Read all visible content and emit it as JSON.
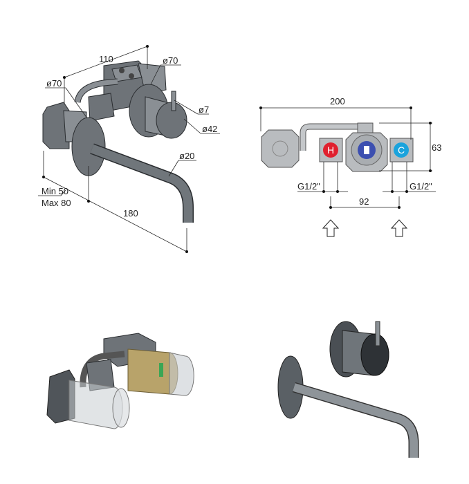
{
  "iso_view": {
    "dim_width": "110",
    "dim_mixer_dia": "ø70",
    "dim_spout_rosette_dia": "ø70",
    "dim_lever_dia": "ø7",
    "dim_handle_dia": "ø42",
    "dim_spout_dia": "ø20",
    "dim_depth_min": "Min 50",
    "dim_depth_max": "Max 80",
    "dim_spout_length": "180"
  },
  "top_view": {
    "dim_total_width": "200",
    "dim_height": "63",
    "dim_thread_left": "G1/2\"",
    "dim_thread_right": "G1/2\"",
    "dim_inlet_spacing": "92",
    "hot_label": "H",
    "cold_label": "C",
    "colors": {
      "hot": "#e0202e",
      "cold": "#1aa3dd",
      "center": "#3c4fb0"
    }
  }
}
